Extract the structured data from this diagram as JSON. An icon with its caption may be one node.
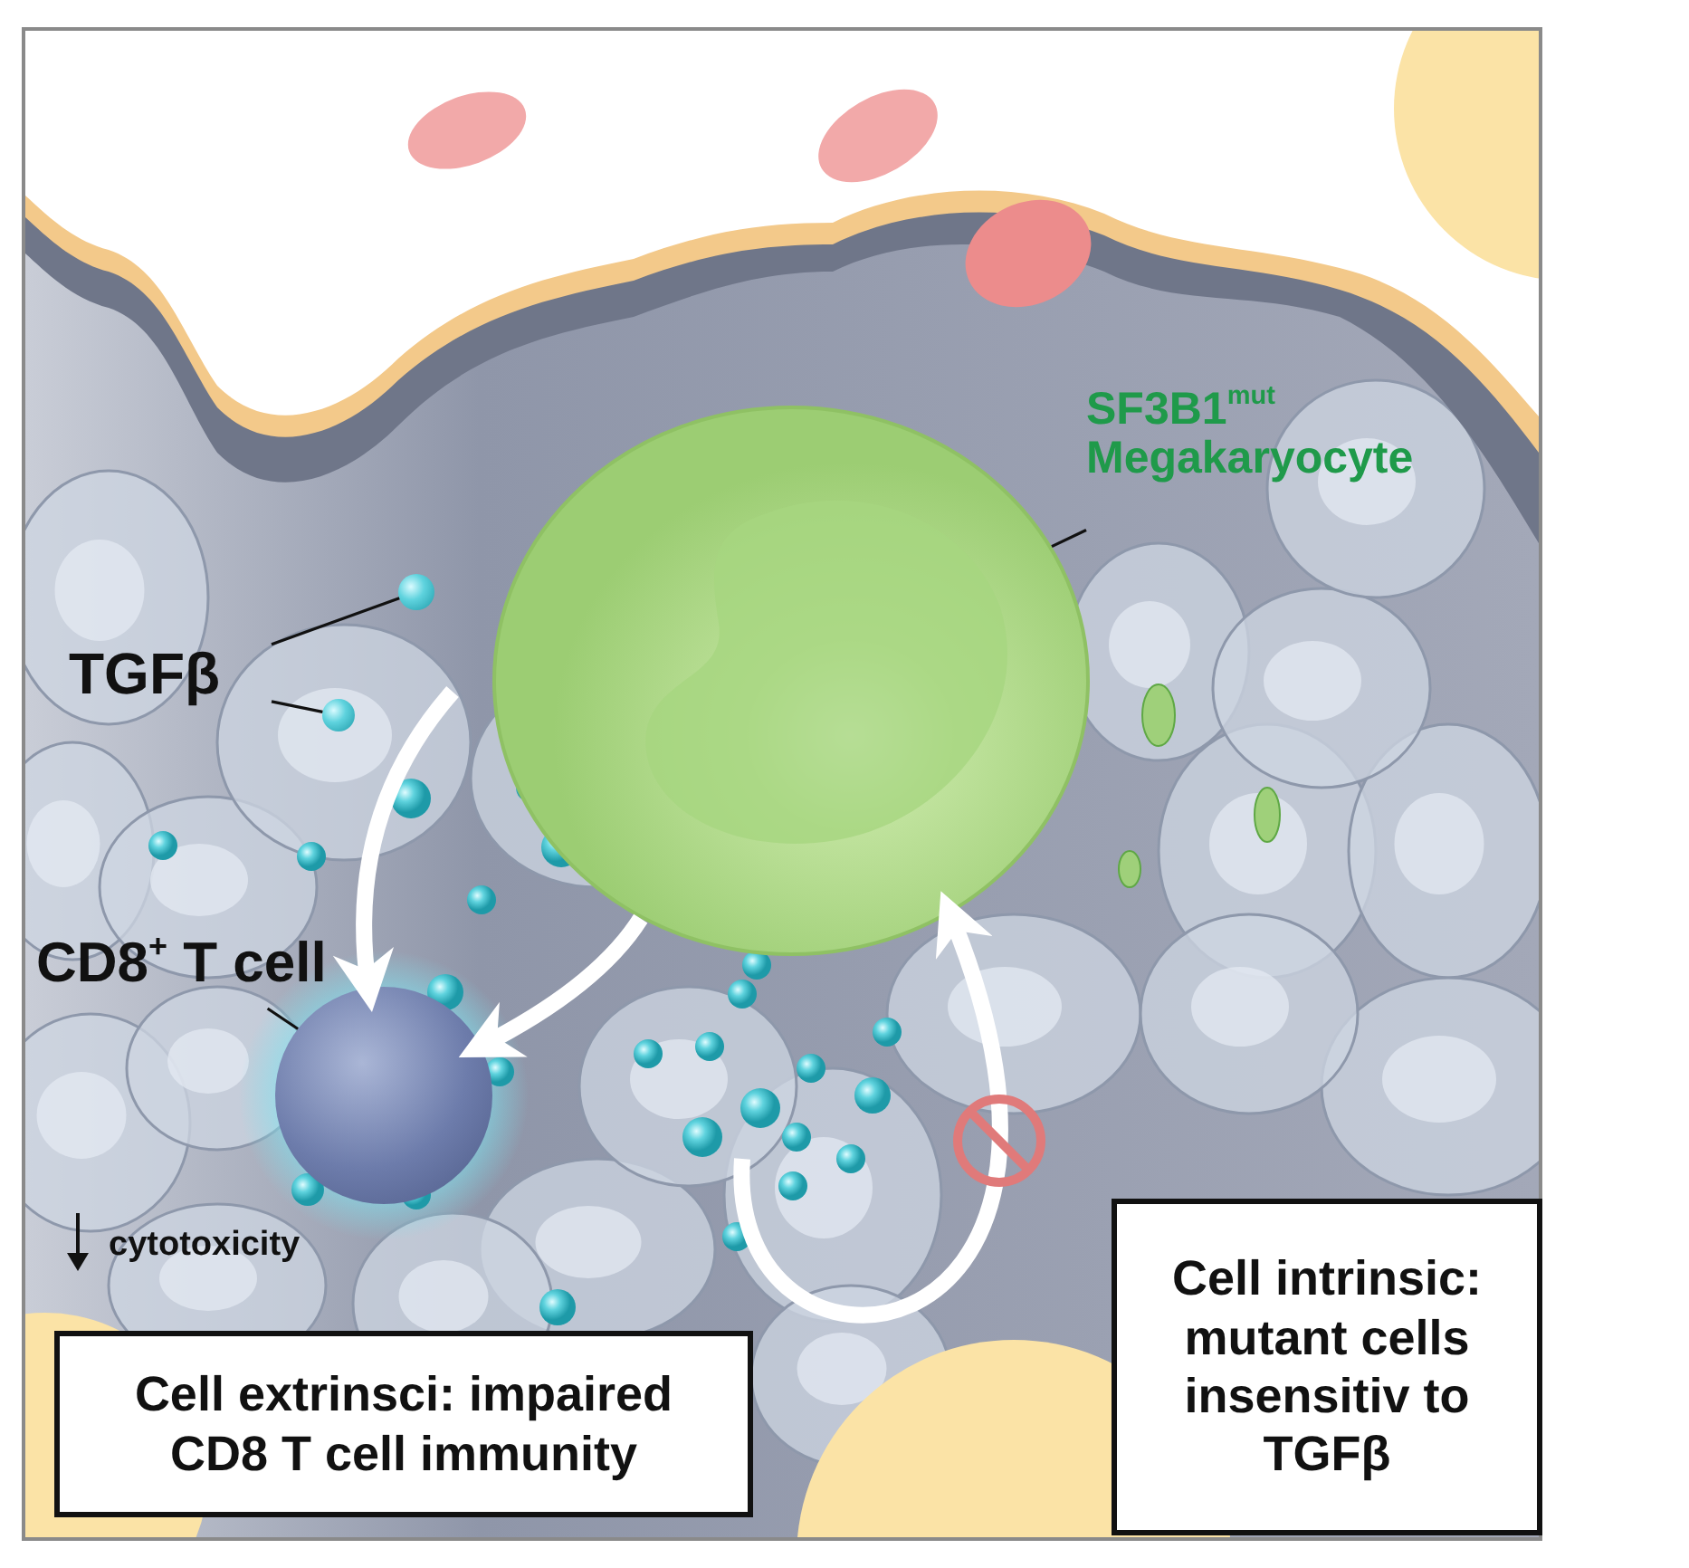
{
  "diagram": {
    "nodes": [
      {
        "text": [
          "SF3B1$^{mut}$ Megakaryocyte"
        ]
      },
      {
        "text": [],
        "shape": "picture"
      },
      {
        "text": [
          "TGFβ"
        ]
      },
      {
        "text": [],
        "shape": "circle"
      },
      {
        "text": [],
        "shape": "circle"
      },
      {
        "text": [
          "CD8$^{+}$ T cell"
        ]
      },
      {
        "text": [],
        "shape": "circle"
      },
      {
        "text": [
          "Cell extrinsci: impaired CD8 T cell immunity"
        ]
      },
      {
        "text": [
          "Cell intrinsic: mutant cells insensitiv to TGFβ"
        ]
      }
    ],
    "edges": [
      {
        "from": 0,
        "to": 1,
        "arrow": "none"
      },
      {
        "from": 2,
        "to": 3,
        "arrow": "none"
      },
      {
        "from": 2,
        "to": 4,
        "arrow": "none"
      },
      {
        "from": 5,
        "to": 6,
        "arrow": "none"
      },
      {
        "from": null,
        "to": 6,
        "arrow": "to",
        "style": "thick",
        "color": "#ffffff"
      },
      {
        "from": 1,
        "to": 6,
        "arrow": "to",
        "style": "thick",
        "color": "#ffffff"
      },
      {
        "from": null,
        "to": 1,
        "arrow": "to",
        "style": "thick",
        "color": "#ffffff"
      }
    ],
    "labels": [
      "cytotoxicity"
    ]
  }
}
